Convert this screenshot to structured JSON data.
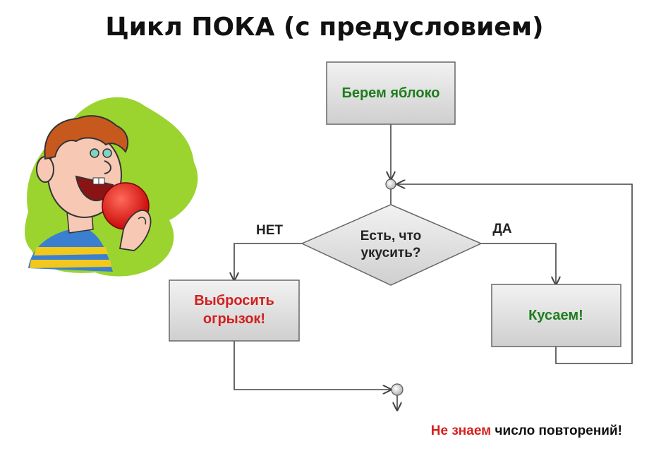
{
  "title": "Цикл ПОКА (с предусловием)",
  "flow": {
    "start_box": "Берем яблоко",
    "decision": {
      "line1": "Есть, что",
      "line2": "укусить?"
    },
    "no_label": "НЕТ",
    "yes_label": "ДА",
    "no_box": {
      "line1": "Выбросить",
      "line2": "огрызок!"
    },
    "yes_box": "Кусаем!"
  },
  "footer": {
    "part1": "Не знаем",
    "part2": "число повторений!"
  },
  "colors": {
    "green_text": "#1e7d1e",
    "red_text": "#d21f1f",
    "box_fill": "#d9d9d9",
    "blob": "#9bd42f"
  },
  "illustration": "boy-eating-apple"
}
